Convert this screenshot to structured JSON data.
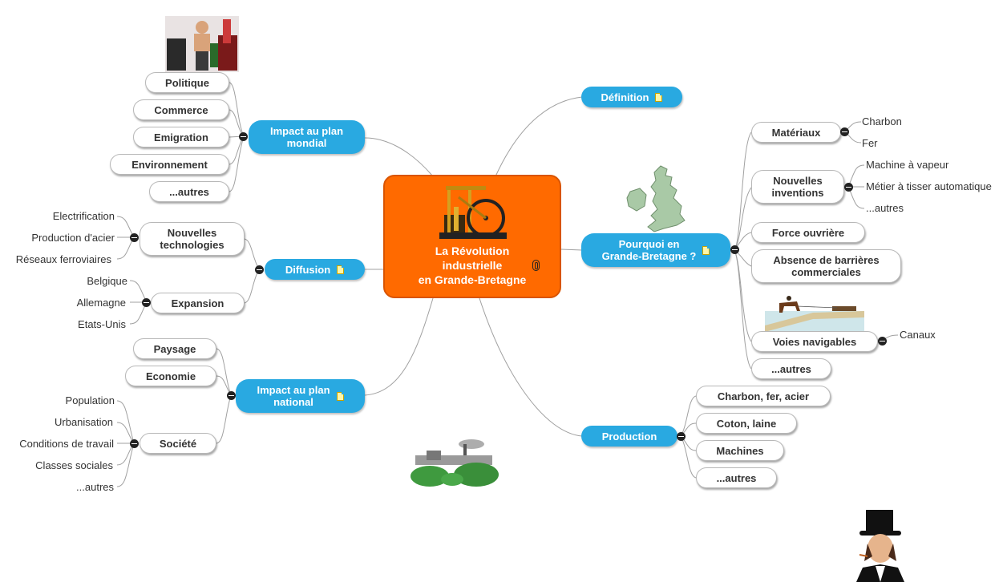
{
  "center": {
    "title": "La Révolution\nindustrielle\nen Grande-Bretagne"
  },
  "branches": {
    "definition": "Définition",
    "pourquoi": "Pourquoi en\nGrande-Bretagne ?",
    "production": "Production",
    "impact_mondial": "Impact au plan\nmondial",
    "diffusion": "Diffusion",
    "impact_national": "Impact au plan\nnational"
  },
  "pourquoi": {
    "materiaux": {
      "label": "Matériaux",
      "items": [
        "Charbon",
        "Fer"
      ]
    },
    "inventions": {
      "label": "Nouvelles\ninventions",
      "items": [
        "Machine à vapeur",
        "Métier à tisser automatique",
        "...autres"
      ]
    },
    "force": "Force ouvrière",
    "barrieres": "Absence de barrières\ncommerciales",
    "voies": {
      "label": "Voies navigables",
      "items": [
        "Canaux"
      ]
    },
    "autres": "...autres"
  },
  "production": {
    "items": [
      "Charbon, fer, acier",
      "Coton, laine",
      "Machines",
      "...autres"
    ]
  },
  "impact_mondial": {
    "items": [
      "Politique",
      "Commerce",
      "Emigration",
      "Environnement",
      "...autres"
    ]
  },
  "diffusion": {
    "technologies": {
      "label": "Nouvelles\ntechnologies",
      "items": [
        "Electrification",
        "Production d'acier",
        "Réseaux ferroviaires"
      ]
    },
    "expansion": {
      "label": "Expansion",
      "items": [
        "Belgique",
        "Allemagne",
        "Etats-Unis"
      ]
    }
  },
  "impact_national": {
    "paysage": "Paysage",
    "economie": "Economie",
    "societe": {
      "label": "Société",
      "items": [
        "Population",
        "Urbanisation",
        "Conditions de travail",
        "Classes sociales",
        "...autres"
      ]
    }
  },
  "colors": {
    "center": "#ff6a00",
    "branch": "#29a9e1",
    "link": "#9a9a9a"
  }
}
